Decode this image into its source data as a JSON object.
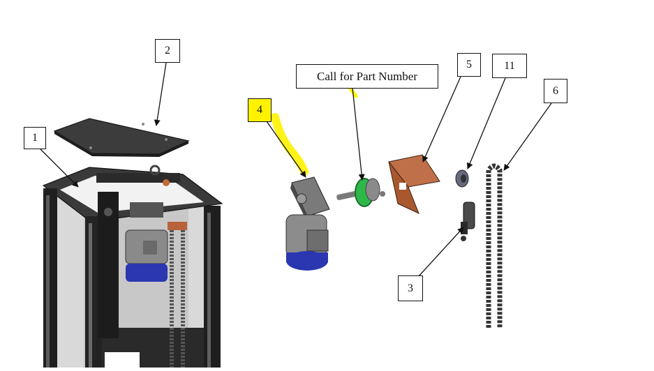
{
  "diagram": {
    "colors": {
      "highlight": "#fff200",
      "frame_dark": "#2b2b2b",
      "motor_blue": "#2a37b0",
      "sprocket_green": "#2fb84a",
      "bracket_brown": "#b8623a"
    },
    "callouts": [
      {
        "label": "1"
      },
      {
        "label": "2"
      },
      {
        "label": "Call for Part Number"
      },
      {
        "label": "4",
        "highlighted": true
      },
      {
        "label": "5"
      },
      {
        "label": "11"
      },
      {
        "label": "6"
      },
      {
        "label": "3"
      }
    ]
  }
}
